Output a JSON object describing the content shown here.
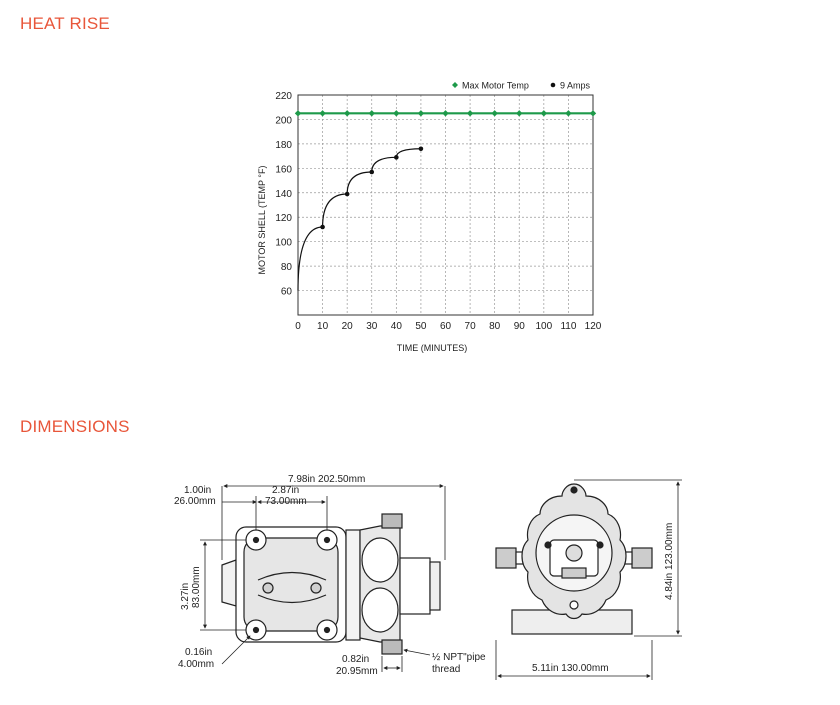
{
  "sections": {
    "heat_rise": "HEAT RISE",
    "dimensions": "DIMENSIONS"
  },
  "chart_data": {
    "type": "line",
    "xlabel": "TIME (MINUTES)",
    "ylabel": "MOTOR SHELL (TEMP °F)",
    "xlim": [
      0,
      120
    ],
    "ylim": [
      40,
      220
    ],
    "x_ticks": [
      0,
      10,
      20,
      30,
      40,
      50,
      60,
      70,
      80,
      90,
      100,
      110,
      120
    ],
    "y_ticks": [
      60,
      80,
      100,
      120,
      140,
      160,
      180,
      200,
      220
    ],
    "grid": true,
    "legend_position": "top-right",
    "series": [
      {
        "name": "Max Motor Temp",
        "color": "#1e9a4a",
        "marker": "diamond",
        "x": [
          0,
          10,
          20,
          30,
          40,
          50,
          60,
          70,
          80,
          90,
          100,
          110,
          120
        ],
        "y": [
          205,
          205,
          205,
          205,
          205,
          205,
          205,
          205,
          205,
          205,
          205,
          205,
          205
        ]
      },
      {
        "name": "9 Amps",
        "color": "#111111",
        "marker": "circle",
        "x": [
          0,
          10,
          20,
          30,
          40,
          50
        ],
        "y": [
          60,
          112,
          139,
          157,
          169,
          176
        ]
      }
    ]
  },
  "dimensions_drawing": {
    "overall_length": "7.98in  202.50mm",
    "offset_in": "1.00in",
    "offset_mm": "26.00mm",
    "mount_spacing_in": "2.87in",
    "mount_spacing_mm": "73.00mm",
    "mount_height_in": "3.27in",
    "mount_height_mm": "83.00mm",
    "hole_dia_in": "0.16in",
    "hole_dia_mm": "4.00mm",
    "port_len_in": "0.82in",
    "port_len_mm": "20.95mm",
    "thread_line1": "½ NPT\"pipe",
    "thread_line2": "thread",
    "end_width": "5.11in  130.00mm",
    "end_height": "4.84in  123.00mm"
  }
}
